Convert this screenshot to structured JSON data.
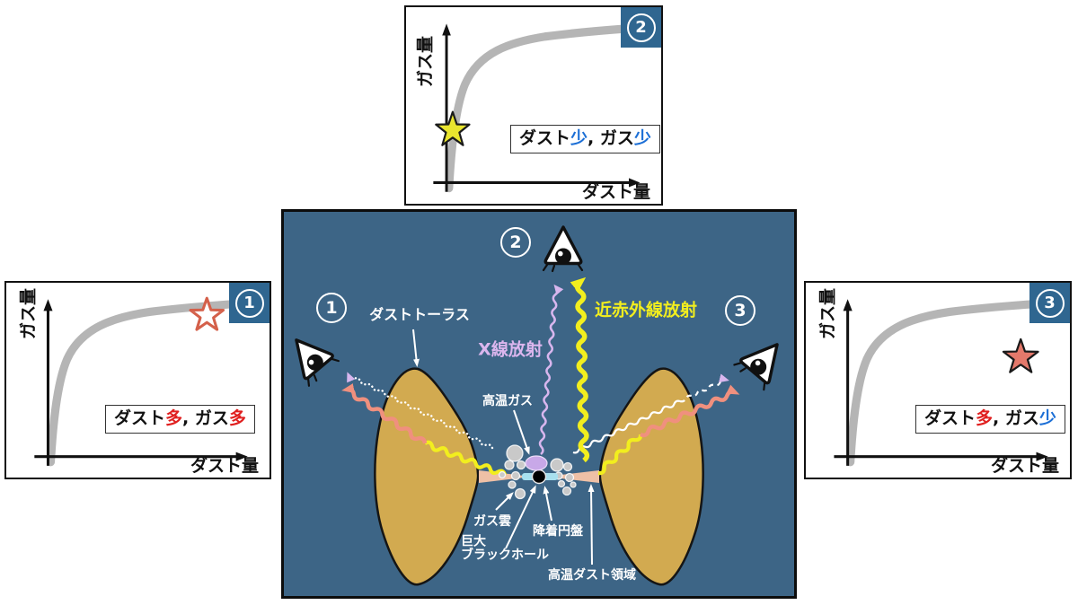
{
  "figure": {
    "axes": {
      "y_label": "ガス量",
      "x_label": "ダスト量"
    },
    "charts": [
      {
        "number": "1",
        "annotation": {
          "part1": "ダスト",
          "q1": "多",
          "q1_class": "q-red",
          "sep": ", ",
          "part2": "ガス",
          "q2": "多",
          "q2_class": "q-red"
        },
        "star": "open-red-star"
      },
      {
        "number": "2",
        "annotation": {
          "part1": "ダスト",
          "q1": "少",
          "q1_class": "q-blue",
          "sep": ", ",
          "part2": "ガス",
          "q2": "少",
          "q2_class": "q-blue"
        },
        "star": "filled-yellow-star"
      },
      {
        "number": "3",
        "annotation": {
          "part1": "ダスト",
          "q1": "多",
          "q1_class": "q-red",
          "sep": ", ",
          "part2": "ガス",
          "q2": "少",
          "q2_class": "q-blue"
        },
        "star": "filled-red-star"
      }
    ],
    "diagram": {
      "numbers": {
        "n1": "1",
        "n2": "2",
        "n3": "3"
      },
      "labels": {
        "dust_torus": "ダストトーラス",
        "xray": "X線放射",
        "nir": "近赤外線放射",
        "hot_gas": "高温ガス",
        "gas_cloud": "ガス雲",
        "smbh_1": "巨大",
        "smbh_2": "ブラックホール",
        "accretion_disk": "降着円盤",
        "hot_dust": "高温ダスト領域"
      },
      "colors": {
        "background": "#3d6586",
        "torus": "#d2aa50",
        "xray_wave": "#d8b6ee",
        "nir_wave": "#f2ee1e",
        "reddened_wave": "#f0907e",
        "hot_gas_fill": "#c8a8e8",
        "accretion_disk_fill": "#a8e0ef",
        "hot_dust_cone": "#eec0a6",
        "gas_cloud_fill": "#c9c9c9",
        "badge": "#2f6690"
      },
      "icons": {
        "eye": "eye-icon",
        "open_star": "open-star-icon",
        "filled_star": "filled-star-icon"
      }
    }
  },
  "chart_data": [
    {
      "type": "line",
      "panel": "1",
      "xlabel": "ダスト量",
      "ylabel": "ガス量",
      "curve": "gray saturating band rising from origin then flattening",
      "marker": {
        "style": "open red star",
        "x_frac": 0.78,
        "y_frac": 0.88,
        "on_curve": false
      },
      "annotation": "ダスト多, ガス多",
      "axis_ticks": "none",
      "grid": false
    },
    {
      "type": "line",
      "panel": "2",
      "xlabel": "ダスト量",
      "ylabel": "ガス量",
      "curve": "gray saturating band rising from origin then flattening",
      "marker": {
        "style": "filled yellow star",
        "x_frac": 0.03,
        "y_frac": 0.3,
        "on_curve": true
      },
      "annotation": "ダスト少, ガス少",
      "axis_ticks": "none",
      "grid": false
    },
    {
      "type": "line",
      "panel": "3",
      "xlabel": "ダスト量",
      "ylabel": "ガス量",
      "curve": "gray saturating band rising from origin then flattening",
      "marker": {
        "style": "filled red star",
        "x_frac": 0.85,
        "y_frac": 0.65,
        "on_curve": true
      },
      "annotation": "ダスト多, ガス少",
      "axis_ticks": "none",
      "grid": false
    }
  ]
}
